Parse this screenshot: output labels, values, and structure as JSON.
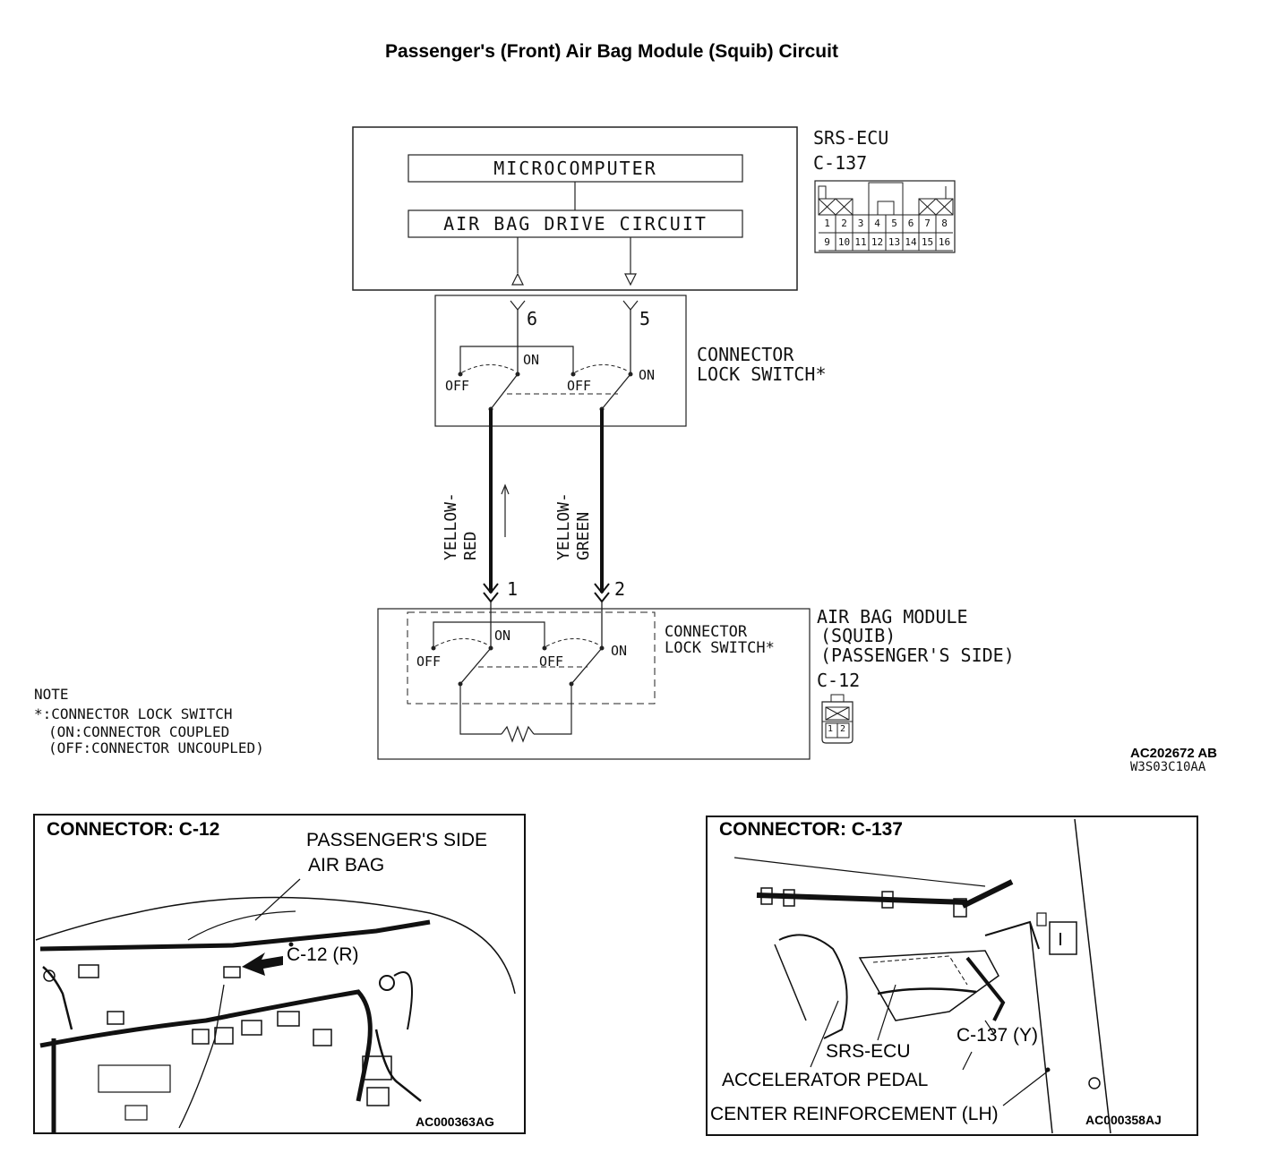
{
  "title": "Passenger's (Front) Air Bag Module (Squib) Circuit",
  "ecu": {
    "name": "SRS-ECU",
    "connector": "C-137",
    "microcomputer": "MICROCOMPUTER",
    "drive_circuit": "AIR BAG DRIVE CIRCUIT",
    "pin_row1": [
      "1",
      "2",
      "3",
      "4",
      "5",
      "6",
      "7",
      "8"
    ],
    "pin_row2": [
      "9",
      "10",
      "11",
      "12",
      "13",
      "14",
      "15",
      "16"
    ]
  },
  "upper_switch": {
    "label_line1": "CONNECTOR",
    "label_line2": "LOCK SWITCH*",
    "pin_a": "6",
    "pin_b": "5",
    "on_a": "ON",
    "on_b": "ON",
    "off_a": "OFF",
    "off_b": "OFF"
  },
  "wires": {
    "left_line1": "YELLOW-",
    "left_line2": "RED",
    "right_line1": "YELLOW-",
    "right_line2": "GREEN"
  },
  "module": {
    "name_line1": "AIR BAG MODULE",
    "name_line2": "(SQUIB)",
    "name_line3": "(PASSENGER'S SIDE)",
    "connector": "C-12",
    "pin_a": "1",
    "pin_b": "2",
    "on_a": "ON",
    "on_b": "ON",
    "off_a": "OFF",
    "off_b": "OFF",
    "switch_line1": "CONNECTOR",
    "switch_line2": "LOCK SWITCH*",
    "pins": [
      "1",
      "2"
    ]
  },
  "note": {
    "line1": "NOTE",
    "line2": "*:CONNECTOR LOCK SWITCH",
    "line3": "(ON:CONNECTOR COUPLED",
    "line4": "(OFF:CONNECTOR UNCOUPLED)"
  },
  "codes": {
    "main": "AC202672 AB",
    "sub": "W3S03C10AA"
  },
  "photo_left": {
    "title": "CONNECTOR: C-12",
    "label1_line1": "PASSENGER'S SIDE",
    "label1_line2": "AIR BAG",
    "label2": "C-12 (R)",
    "code": "AC000363AG"
  },
  "photo_right": {
    "title": "CONNECTOR: C-137",
    "label_ecu": "SRS-ECU",
    "label_conn": "C-137 (Y)",
    "label_pedal": "ACCELERATOR PEDAL",
    "label_reinf": "CENTER REINFORCEMENT (LH)",
    "code": "AC000358AJ"
  }
}
